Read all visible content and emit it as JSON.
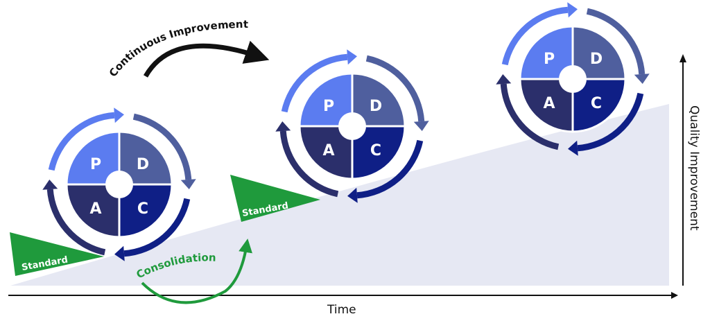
{
  "labels": {
    "plan": "P",
    "do": "D",
    "check": "C",
    "act": "A",
    "standard": "Standard",
    "continuous_improvement": "Continuous Improvement",
    "consolidation": "Consolidation",
    "x_axis": "Time",
    "y_axis": "Quality Improvement"
  },
  "colors": {
    "plan": "#5b7cf0",
    "do": "#4f5f9e",
    "act": "#2b2f6b",
    "check": "#0f1f86",
    "ramp": "#e6e8f3",
    "standard": "#1f9a3c",
    "arrow_black": "#111111"
  },
  "icons": {
    "cycle_arrows": "cycle-arrows-icon",
    "up_arrow": "curved-arrow-icon"
  }
}
